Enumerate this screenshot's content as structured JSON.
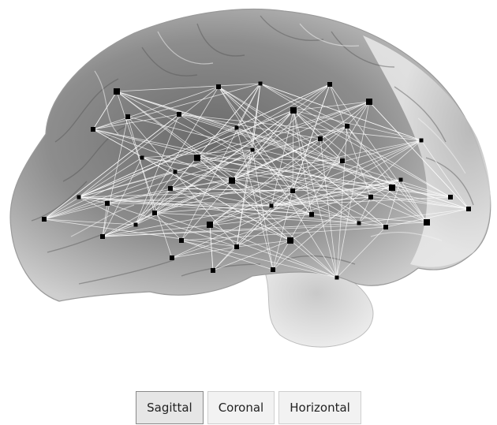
{
  "viewer": {
    "view_mode": "Sagittal",
    "node_color": "#000000",
    "edge_color": "#ffffff",
    "node_count": 45,
    "edge_count": 200
  },
  "view_buttons": {
    "sagittal": "Sagittal",
    "coronal": "Coronal",
    "horizontal": "Horizontal"
  }
}
